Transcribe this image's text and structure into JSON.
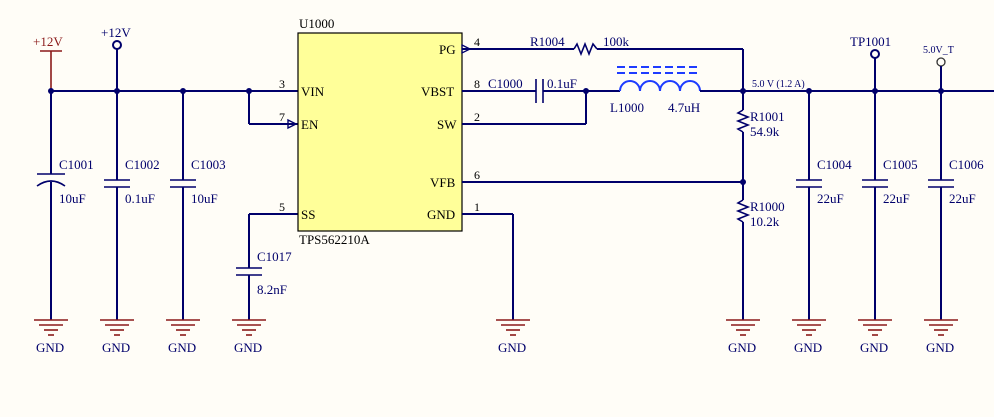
{
  "colors": {
    "wire": "#00006b",
    "ground": "#8b1a1a",
    "chip_fill": "#ffff99",
    "inductor": "#1e3cff"
  },
  "ic": {
    "ref": "U1000",
    "part": "TPS562210A",
    "pins": [
      {
        "num": "3",
        "name": "VIN"
      },
      {
        "num": "7",
        "name": "EN"
      },
      {
        "num": "5",
        "name": "SS"
      },
      {
        "num": "4",
        "name": "PG"
      },
      {
        "num": "8",
        "name": "VBST"
      },
      {
        "num": "2",
        "name": "SW"
      },
      {
        "num": "6",
        "name": "VFB"
      },
      {
        "num": "1",
        "name": "GND"
      }
    ]
  },
  "power": {
    "in_red": "+12V",
    "in_blue": "+12V"
  },
  "caps": [
    {
      "ref": "C1001",
      "val": "10uF"
    },
    {
      "ref": "C1002",
      "val": "0.1uF"
    },
    {
      "ref": "C1003",
      "val": "10uF"
    },
    {
      "ref": "C1017",
      "val": "8.2nF"
    },
    {
      "ref": "C1000",
      "val": "0.1uF"
    },
    {
      "ref": "C1004",
      "val": "22uF"
    },
    {
      "ref": "C1005",
      "val": "22uF"
    },
    {
      "ref": "C1006",
      "val": "22uF"
    }
  ],
  "resistors": [
    {
      "ref": "R1004",
      "val": "100k"
    },
    {
      "ref": "R1001",
      "val": "54.9k"
    },
    {
      "ref": "R1000",
      "val": "10.2k"
    }
  ],
  "inductor": {
    "ref": "L1000",
    "val": "4.7uH"
  },
  "net_label": "5.0 V (1.2 A)",
  "testpoints": {
    "tp": "TP1001",
    "out": "5.0V_T"
  },
  "gnd_label": "GND"
}
